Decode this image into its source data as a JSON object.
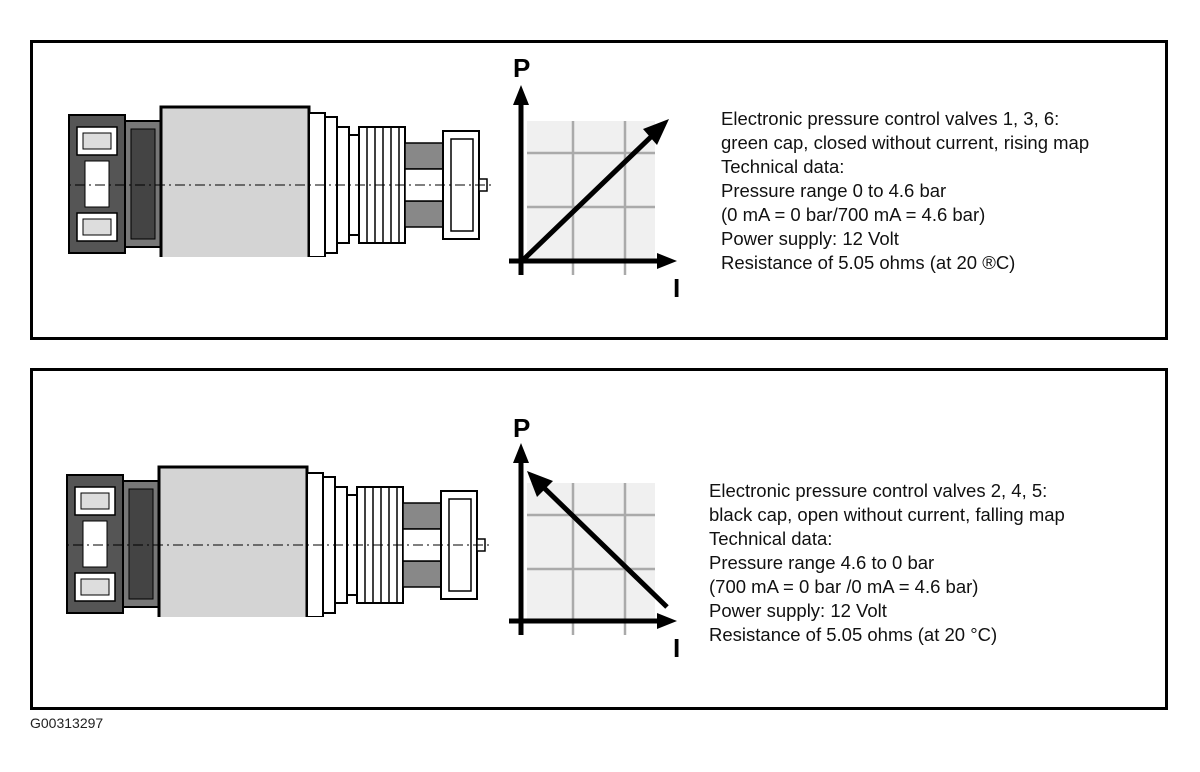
{
  "panels": [
    {
      "axis_y": "P",
      "axis_x": "I",
      "map": "rising",
      "lines": [
        "Electronic pressure control valves 1, 3, 6:",
        "green cap, closed without current, rising map",
        "Technical data:",
        "Pressure range 0 to 4.6 bar",
        "(0 mA = 0 bar/700 mA = 4.6 bar)",
        "Power supply: 12 Volt",
        "Resistance of 5.05 ohms (at 20 ®C)"
      ]
    },
    {
      "axis_y": "P",
      "axis_x": "I",
      "map": "falling",
      "lines": [
        "Electronic pressure control valves 2, 4, 5:",
        "black cap, open without current, falling map",
        "Technical data:",
        "Pressure range 4.6 to 0 bar",
        "(700 mA = 0 bar /0 mA = 4.6 bar)",
        "Power supply: 12 Volt",
        "Resistance of 5.05 ohms (at 20 °C)"
      ]
    }
  ],
  "figure_id": "G00313297",
  "colors": {
    "cap_dark": "#555555",
    "body_gray": "#d4d4d4",
    "grid_bg": "#f0f0f0",
    "grid_line": "#aaaaaa",
    "line": "#000000"
  }
}
